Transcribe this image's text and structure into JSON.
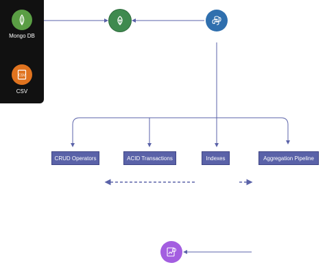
{
  "sources": {
    "mongodb": {
      "label": "Mongo DB",
      "icon": "mongodb-leaf-icon",
      "color": "#5a9e44"
    },
    "csv": {
      "label": "CSV",
      "icon": "csv-file-icon",
      "color": "#e0731f"
    }
  },
  "hub": {
    "icon": "mongodb-leaf-icon",
    "color": "#3f8a4f"
  },
  "python": {
    "icon": "python-icon",
    "color": "#2f6fae"
  },
  "features": [
    {
      "label": "CRUD Operators"
    },
    {
      "label": "ACID Transactions"
    },
    {
      "label": "Indexes"
    },
    {
      "label": "Aggregation Pipeline"
    }
  ],
  "report": {
    "icon": "report-chart-icon",
    "color": "#a35ee0"
  },
  "colors": {
    "line": "#5a62a8",
    "box": "#5a62a8",
    "panel": "#111111"
  }
}
